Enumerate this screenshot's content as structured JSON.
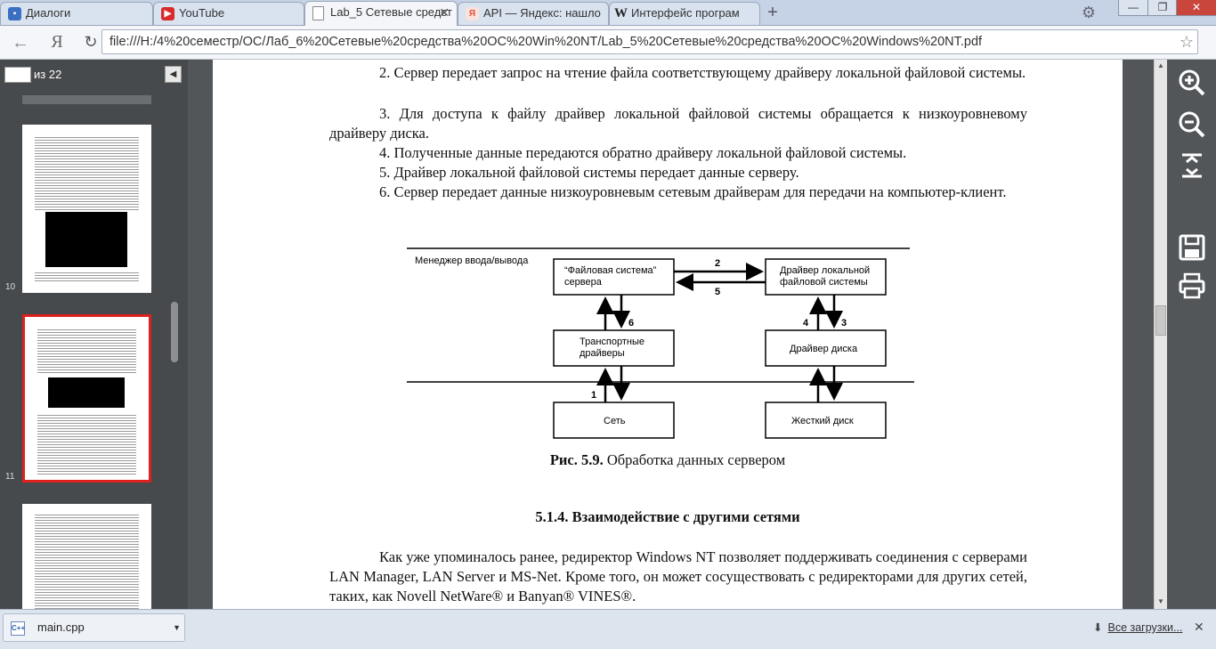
{
  "tabs": [
    {
      "label": "Диалоги",
      "favicon_color": "#3b6fc2",
      "favicon": "chat-icon",
      "active": false
    },
    {
      "label": "YouTube",
      "favicon_color": "#d92b2b",
      "favicon": "youtube-icon",
      "active": false
    },
    {
      "label": "Lab_5 Сетевые средст",
      "favicon_color": "#ffffff",
      "favicon": "document-icon",
      "active": true
    },
    {
      "label": "API — Яндекс: нашло",
      "favicon_color": "#e34b3a",
      "favicon": "yandex-icon",
      "active": false
    },
    {
      "label": "Интерфейс програм",
      "favicon_color": "#ffffff",
      "favicon": "wikipedia-icon",
      "active": false
    }
  ],
  "toolbar": {
    "yandex_letter": "Я",
    "url": "file:///H:/4%20семестр/ОС/Лаб_6%20Сетевые%20средства%20ОС%20Win%20NT/Lab_5%20Сетевые%20средства%20ОС%20Windows%20NT.pdf"
  },
  "pdf": {
    "page_input": "",
    "page_count_text": "из 22",
    "thumbnails": [
      {
        "num": "10",
        "selected": false
      },
      {
        "num": "11",
        "selected": true
      },
      {
        "num": "",
        "selected": false
      }
    ],
    "paragraphs": [
      "2. Сервер передает запрос на чтение файла соответствующему драйверу локальной файловой системы.",
      "3. Для доступа к файлу драйвер локальной файловой системы обращается к низкоуровневому драйверу диска.",
      "4. Полученные данные передаются обратно драйверу локальной файловой системы.",
      "5. Драйвер локальной файловой системы передает данные серверу.",
      "6. Сервер передает данные низкоуровневым сетевым драйверам для передачи на компьютер-клиент."
    ],
    "diagram": {
      "region_label": "Менеджер ввода/вывода",
      "box_fs_server_1": "“Файловая система”",
      "box_fs_server_2": "сервера",
      "box_local_driver_1": "Драйвер локальной",
      "box_local_driver_2": "файловой системы",
      "box_transport_1": "Транспортные",
      "box_transport_2": "драйверы",
      "box_disk_driver": "Драйвер диска",
      "box_network": "Сеть",
      "box_hard_disk": "Жесткий диск",
      "n1": "1",
      "n2": "2",
      "n3": "3",
      "n4": "4",
      "n5": "5",
      "n6": "6"
    },
    "caption_bold": "Рис. 5.9.",
    "caption_text": " Обработка данных сервером",
    "heading": "5.1.4. Взаимодействие с другими сетями",
    "bottom_paragraph": "Как уже упоминалось ранее, редиректор Windows NT позволяет поддерживать соединения с серверами LAN Manager, LAN Server и MS-Net. Кроме того, он может сосуществовать с редиректорами для других сетей, таких, как Novell NetWare® и Banyan® VINES®."
  },
  "downloads": {
    "file": "main.cpp",
    "file_icon_text": "C++",
    "all_link": "Все загрузки..."
  }
}
